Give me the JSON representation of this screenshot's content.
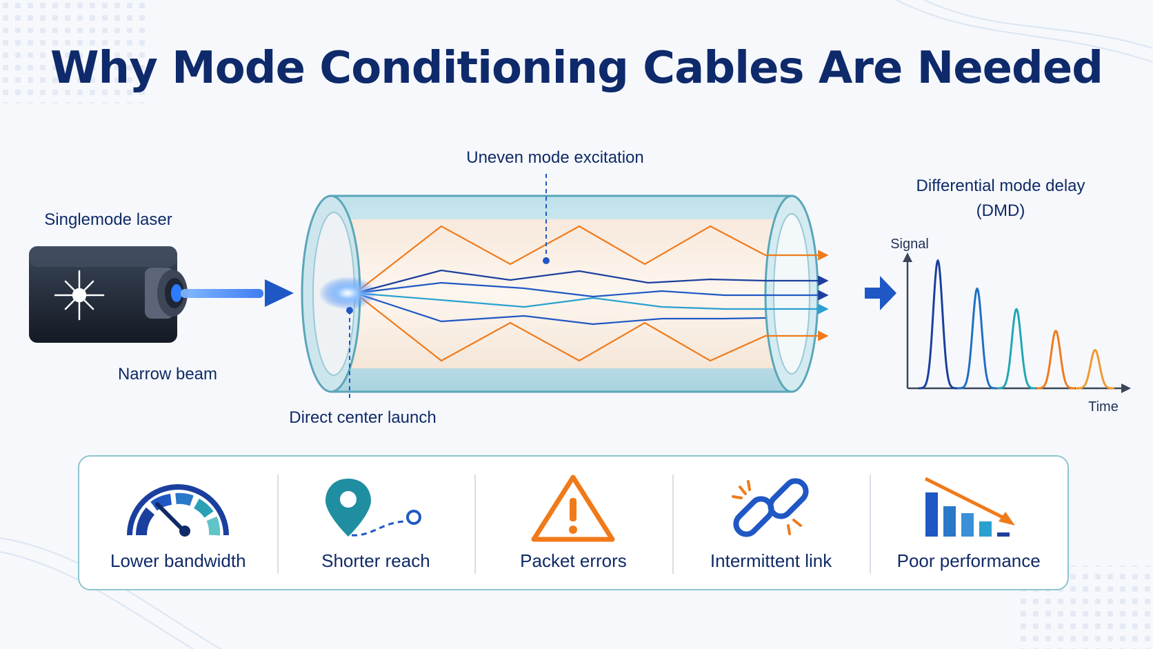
{
  "title": "Why Mode Conditioning Cables Are Needed",
  "labels": {
    "laser": "Singlemode laser",
    "beam": "Narrow beam",
    "launch": "Direct center launch",
    "excitation": "Uneven mode excitation",
    "dmd_line1": "Differential mode delay",
    "dmd_line2": "(DMD)",
    "signal_axis": "Signal",
    "time_axis": "Time"
  },
  "chart_data": {
    "type": "line",
    "xlabel": "Time",
    "ylabel": "Signal",
    "peaks": [
      {
        "position": 1,
        "height": 1.0,
        "color": "#1b3f9e"
      },
      {
        "position": 2,
        "height": 0.78,
        "color": "#1f6fc2"
      },
      {
        "position": 3,
        "height": 0.62,
        "color": "#20a6b5"
      },
      {
        "position": 4,
        "height": 0.45,
        "color": "#f07a1a"
      },
      {
        "position": 5,
        "height": 0.3,
        "color": "#f29a2e"
      }
    ]
  },
  "effects": [
    {
      "label": "Lower bandwidth",
      "icon": "gauge-icon"
    },
    {
      "label": "Shorter reach",
      "icon": "location-route-icon"
    },
    {
      "label": "Packet errors",
      "icon": "warning-icon"
    },
    {
      "label": "Intermittent link",
      "icon": "broken-link-icon"
    },
    {
      "label": "Poor performance",
      "icon": "declining-bars-icon"
    }
  ],
  "colors": {
    "title": "#0e2a6b",
    "blue": "#1f57c4",
    "orange": "#f07a1a",
    "teal": "#2aa0b5",
    "navy": "#0f2a66"
  }
}
